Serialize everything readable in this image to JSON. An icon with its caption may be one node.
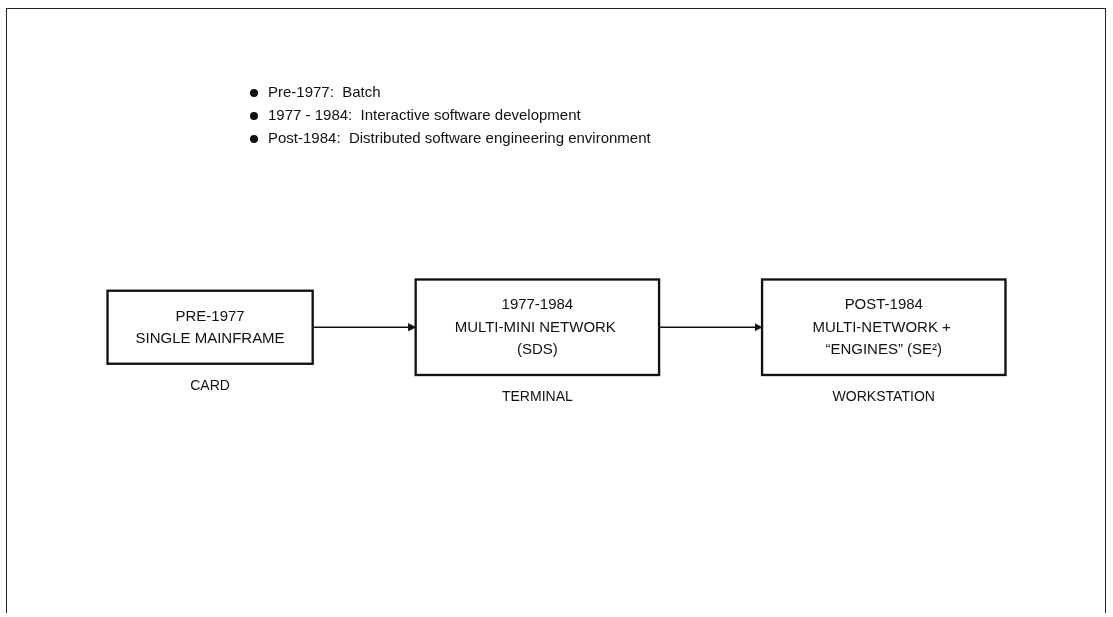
{
  "diagram": {
    "nodes": [
      {
        "text": [
          "PRE-1977",
          "SINGLE MAINFRAME"
        ],
        "beside": [
          "CARD"
        ]
      },
      {
        "text": [
          "1977-1984",
          "MULTI-MINI NETWORK (SDS)"
        ],
        "beside": [
          "TERMINAL"
        ]
      },
      {
        "text": [
          "POST-1984",
          "MULTI-NETWORK + “ENGINES” (SE²)"
        ],
        "beside": [
          "WORKSTATION"
        ]
      }
    ],
    "edges": [
      {
        "from": 0,
        "to": 1,
        "arrow": "to"
      },
      {
        "from": 1,
        "to": 2,
        "arrow": "to"
      }
    ],
    "labels": [
      "Pre-1977:  Batch",
      "1977 - 1984:  Interactive software development",
      "Post-1984:  Distributed software engineering environment"
    ]
  }
}
